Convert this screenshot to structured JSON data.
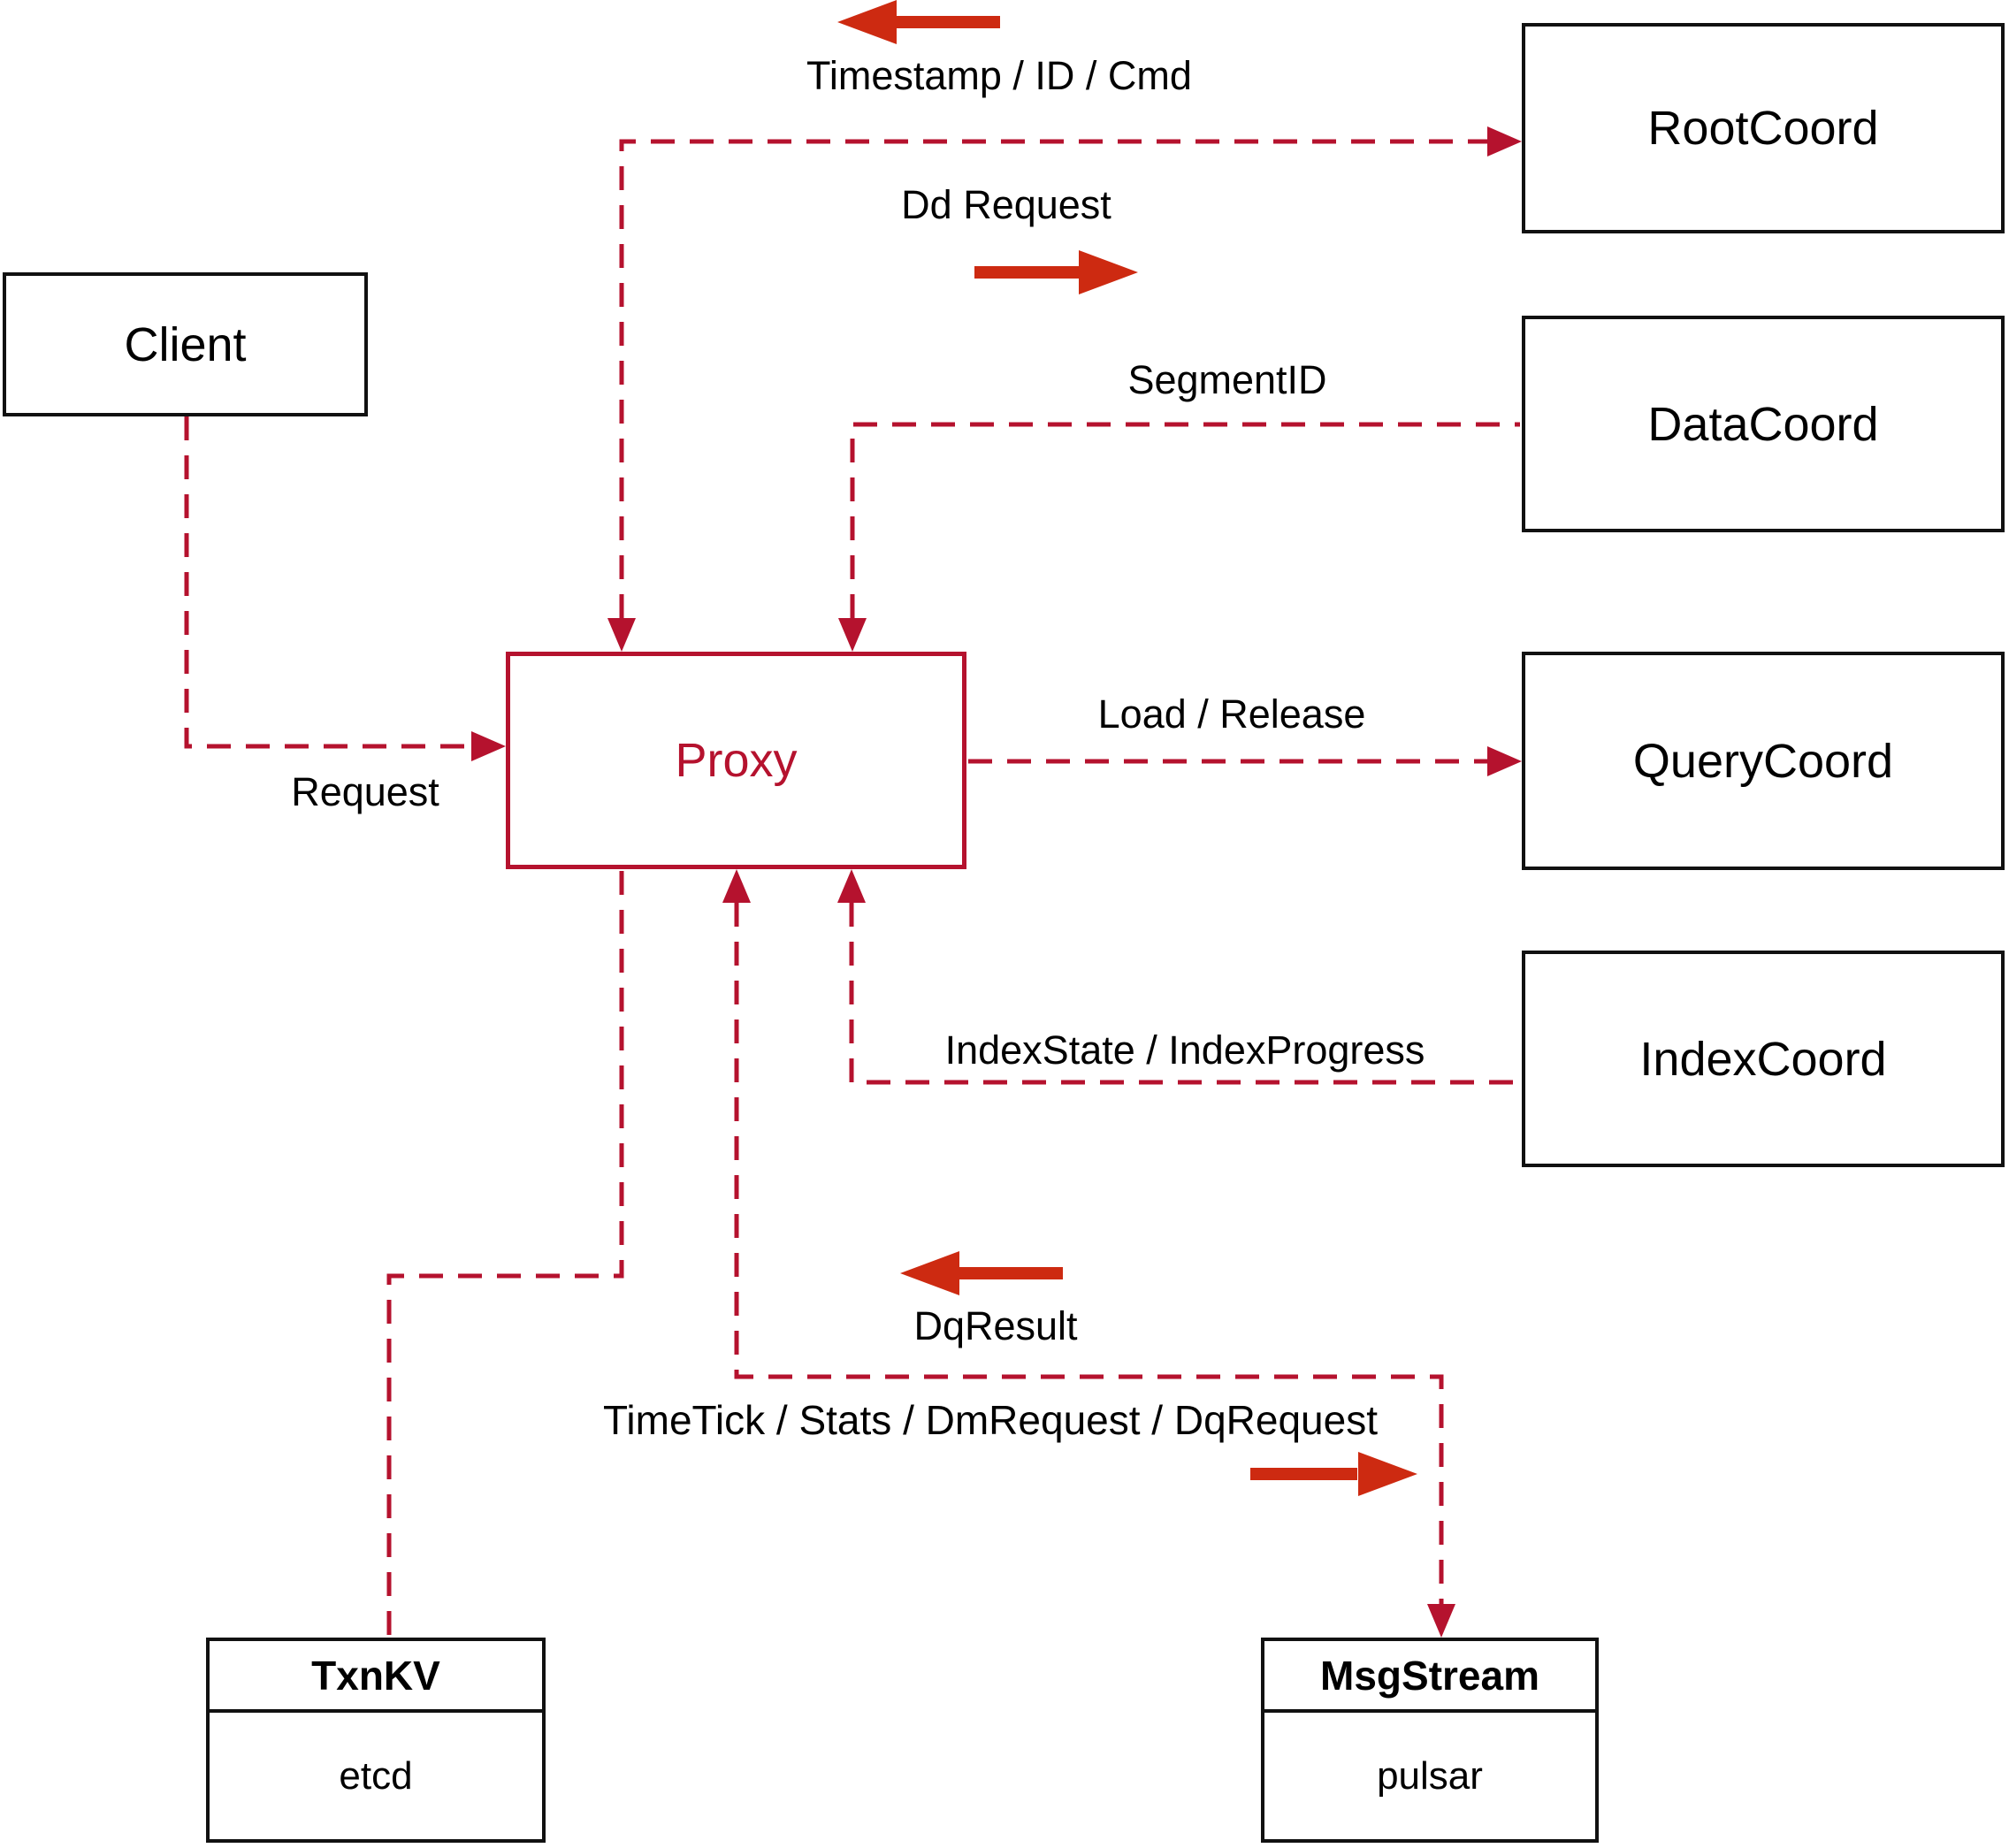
{
  "colors": {
    "dashed_line_red": "#b5122e",
    "solid_arrow_red": "#cd2a11",
    "box_border_black": "#111111",
    "background": "#ffffff"
  },
  "nodes": {
    "client": {
      "label": "Client"
    },
    "rootcoord": {
      "label": "RootCoord"
    },
    "datacoord": {
      "label": "DataCoord"
    },
    "querycoord": {
      "label": "QueryCoord"
    },
    "indexcoord": {
      "label": "IndexCoord"
    },
    "proxy": {
      "label": "Proxy"
    },
    "txnkv": {
      "title": "TxnKV",
      "body": "etcd"
    },
    "msgstream": {
      "title": "MsgStream",
      "body": "pulsar"
    }
  },
  "edge_labels": {
    "timestamp": "Timestamp / ID / Cmd",
    "dd_request": "Dd Request",
    "segment_id": "SegmentID",
    "load_release": "Load / Release",
    "request": "Request",
    "index_state": "IndexState / IndexProgress",
    "dq_result": "DqResult",
    "timetick": "TimeTick / Stats / DmRequest / DqRequest"
  }
}
